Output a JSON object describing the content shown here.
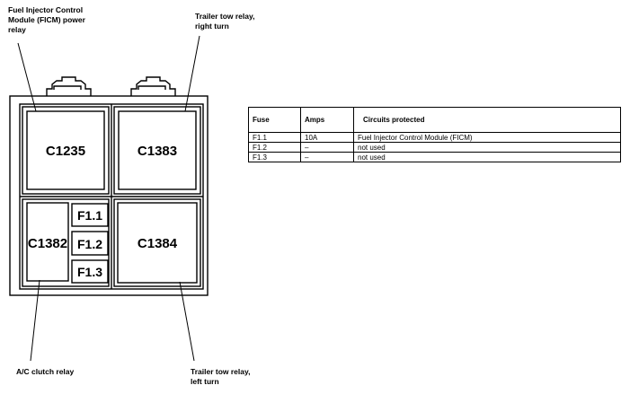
{
  "callouts": {
    "ficm_relay": [
      "Fuel Injector Control",
      "Module (FICM) power",
      "relay"
    ],
    "trailer_right": [
      "Trailer tow relay,",
      "right turn"
    ],
    "ac_clutch": [
      "A/C clutch relay"
    ],
    "trailer_left": [
      "Trailer tow relay,",
      "left turn"
    ]
  },
  "connectors": {
    "c1235": "C1235",
    "c1383": "C1383",
    "c1382": "C1382",
    "c1384": "C1384"
  },
  "fuse_labels": {
    "f1_1": "F1.1",
    "f1_2": "F1.2",
    "f1_3": "F1.3"
  },
  "table": {
    "headers": [
      "Fuse",
      "Amps",
      "Circuits protected"
    ],
    "rows": [
      [
        "F1.1",
        "10A",
        "Fuel Injector Control Module (FICM)"
      ],
      [
        "F1.2",
        "–",
        "not used"
      ],
      [
        "F1.3",
        "–",
        "not used"
      ]
    ]
  }
}
